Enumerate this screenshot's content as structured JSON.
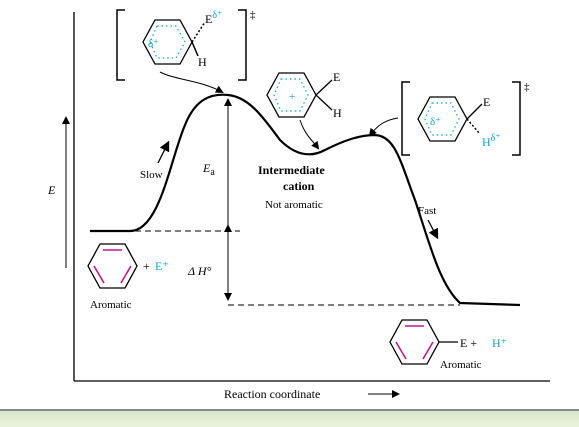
{
  "axes": {
    "y_label": "E",
    "x_label": "Reaction coordinate"
  },
  "labels": {
    "slow": "Slow",
    "fast": "Fast",
    "ea": "E",
    "ea_sub": "a",
    "delta_h": "Δ H°",
    "intermediate_line1": "Intermediate",
    "intermediate_line2": "cation",
    "not_aromatic": "Not aromatic",
    "aromatic_reactant": "Aromatic",
    "aromatic_product": "Aromatic",
    "reactant_plus": "+",
    "reactant_electrophile": "E⁺",
    "product_e": "E +",
    "product_h": "H⁺",
    "ts1_delta": "δ⁺",
    "ts1_e": "E",
    "ts1_e_charge": "δ⁺",
    "ts1_h": "H",
    "ts_dagger_1": "‡",
    "int_plus": "+",
    "int_e": "E",
    "int_h": "H",
    "ts2_delta": "δ⁺",
    "ts2_e": "E",
    "ts2_h": "H",
    "ts2_h_charge": "δ⁺",
    "ts_dagger_2": "‡"
  },
  "colors": {
    "curve": "#000000",
    "cyan": "#0aa7c8",
    "magenta": "#c4168c",
    "footer_bar": "#e1edcf"
  }
}
